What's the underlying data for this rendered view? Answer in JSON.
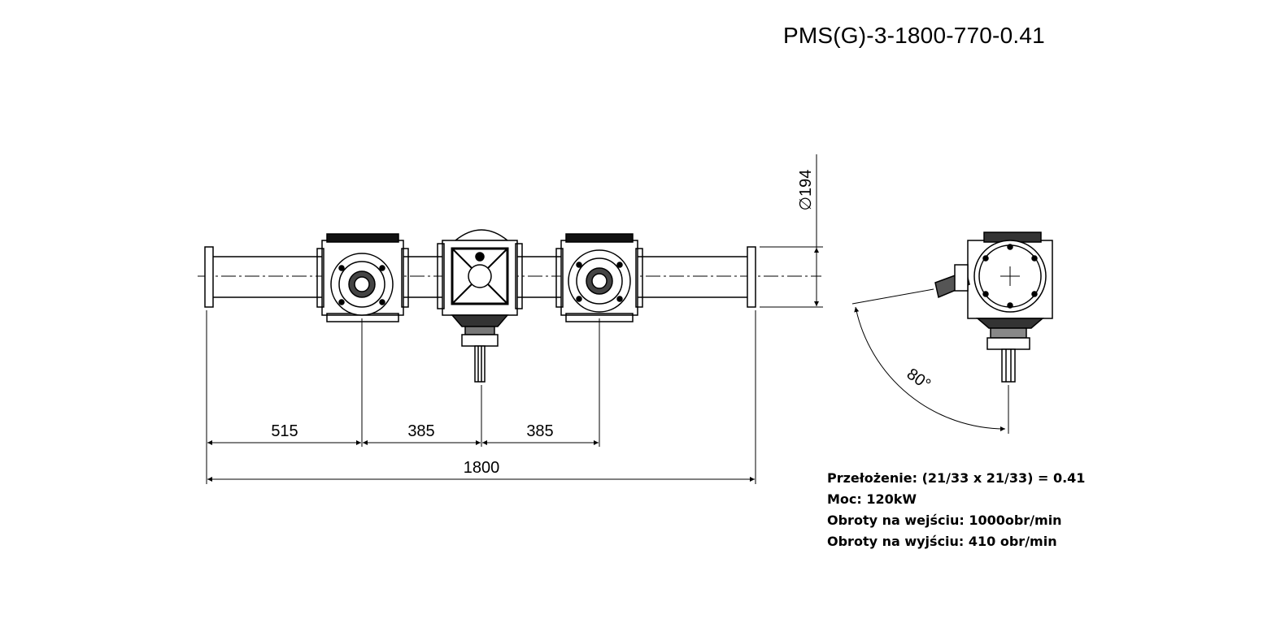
{
  "title": "PMS(G)-3-1800-770-0.41",
  "dimensions": {
    "d1": "515",
    "d2": "385",
    "d3": "385",
    "total": "1800",
    "diameter": "∅194",
    "angle": "80°"
  },
  "specs": [
    "Przełożenie: (21/33 x 21/33) = 0.41",
    "Moc: 120kW",
    "Obroty na wejściu: 1000obr/min",
    "Obroty na wyjściu: 410 obr/min"
  ],
  "colors": {
    "line": "#000000",
    "background": "#ffffff"
  }
}
